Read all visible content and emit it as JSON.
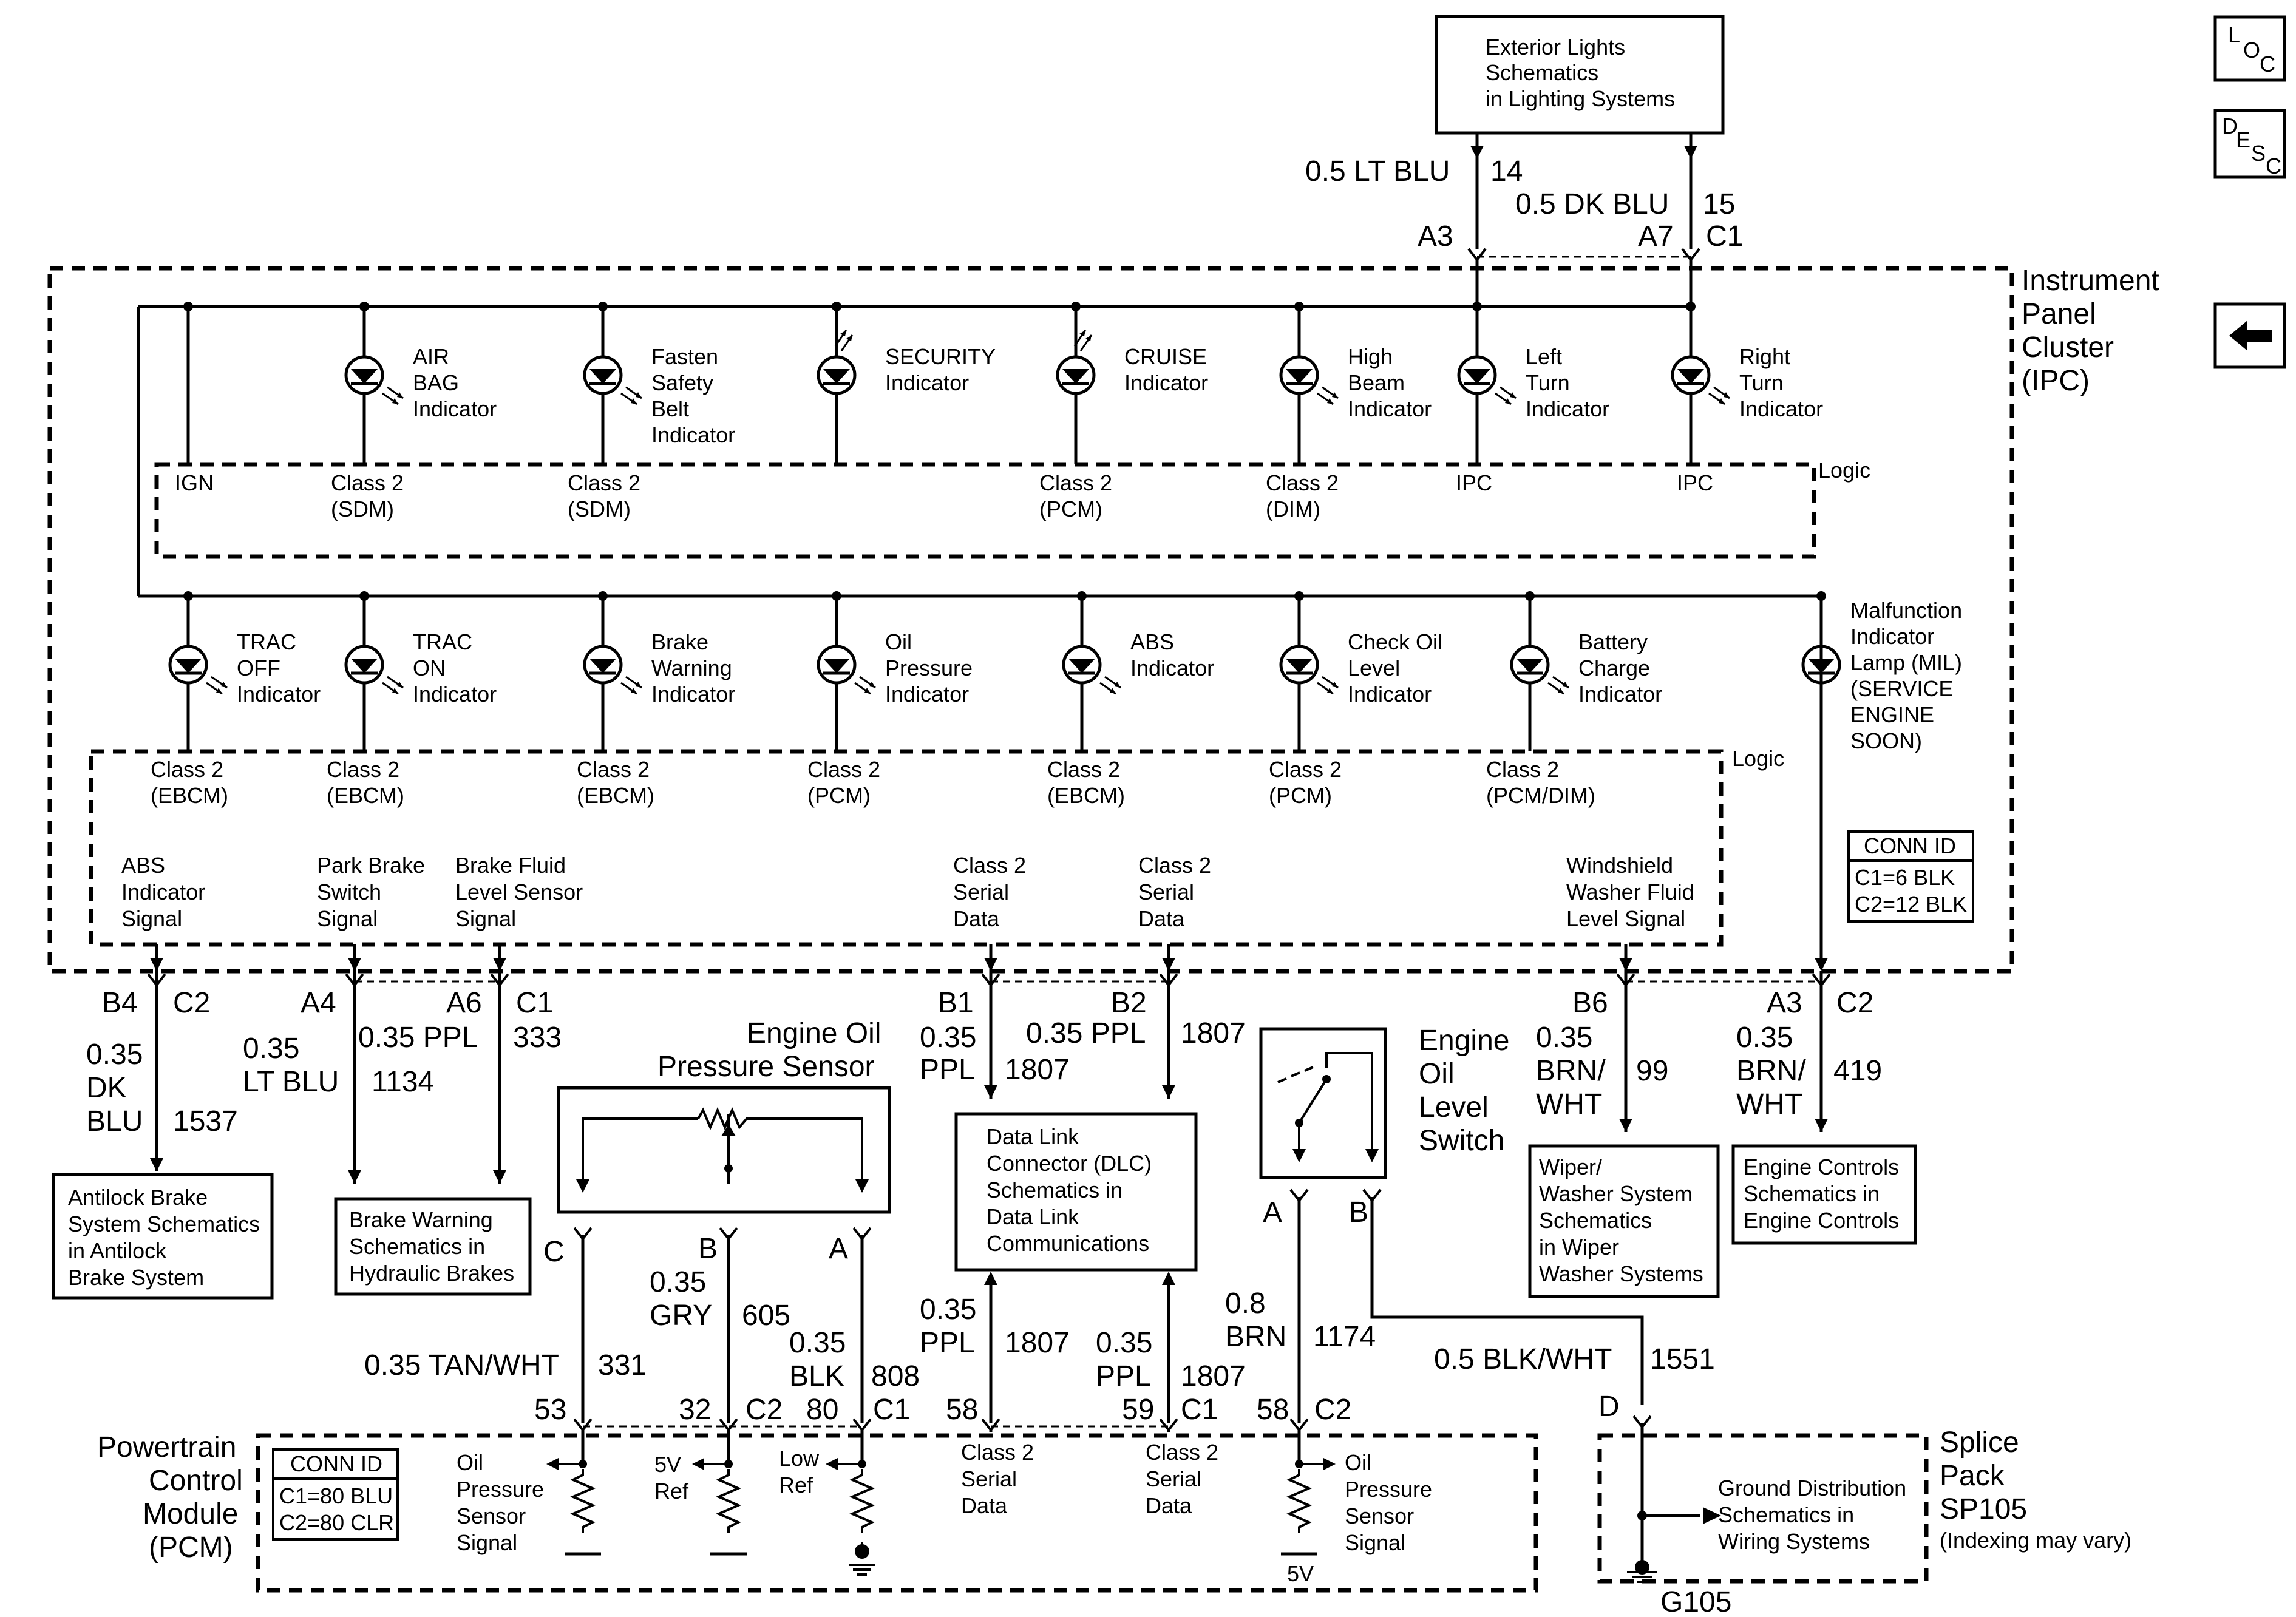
{
  "nav": {
    "loc_text": [
      "L",
      "O",
      "C"
    ],
    "desc_text": [
      "D",
      "E",
      "S",
      "C"
    ],
    "back_icon": "arrow-left-icon"
  },
  "ext_lights_box": [
    "Exterior Lights",
    "Schematics",
    "in Lighting Systems"
  ],
  "top_wires": {
    "lt_blu": "0.5 LT BLU",
    "lt_blu_num": "14",
    "dk_blu": "0.5 DK BLU",
    "dk_blu_num": "15",
    "a3": "A3",
    "a7": "A7",
    "c1": "C1"
  },
  "ipc_title": [
    "Instrument",
    "Panel",
    "Cluster",
    "(IPC)"
  ],
  "logic": "Logic",
  "top_indicators": [
    {
      "lines": [
        "AIR",
        "BAG",
        "Indicator"
      ]
    },
    {
      "lines": [
        "Fasten",
        "Safety",
        "Belt",
        "Indicator"
      ]
    },
    {
      "lines": [
        "SECURITY",
        "Indicator"
      ]
    },
    {
      "lines": [
        "CRUISE",
        "Indicator"
      ]
    },
    {
      "lines": [
        "High",
        "Beam",
        "Indicator"
      ]
    },
    {
      "lines": [
        "Left",
        "Turn",
        "Indicator"
      ]
    },
    {
      "lines": [
        "Right",
        "Turn",
        "Indicator"
      ]
    }
  ],
  "top_logic_labels": [
    {
      "lines": [
        "IGN"
      ]
    },
    {
      "lines": [
        "Class 2",
        "(SDM)"
      ]
    },
    {
      "lines": [
        "Class 2",
        "(SDM)"
      ]
    },
    {
      "lines": [
        "Class 2",
        "(PCM)"
      ]
    },
    {
      "lines": [
        "Class 2",
        "(DIM)"
      ]
    },
    {
      "lines": [
        "IPC"
      ]
    },
    {
      "lines": [
        "IPC"
      ]
    }
  ],
  "bottom_indicators": [
    {
      "lines": [
        "TRAC",
        "OFF",
        "Indicator"
      ]
    },
    {
      "lines": [
        "TRAC",
        "ON",
        "Indicator"
      ]
    },
    {
      "lines": [
        "Brake",
        "Warning",
        "Indicator"
      ]
    },
    {
      "lines": [
        "Oil",
        "Pressure",
        "Indicator"
      ]
    },
    {
      "lines": [
        "ABS",
        "Indicator"
      ]
    },
    {
      "lines": [
        "Check Oil",
        "Level",
        "Indicator"
      ]
    },
    {
      "lines": [
        "Battery",
        "Charge",
        "Indicator"
      ]
    },
    {
      "lines": [
        "Malfunction",
        "Indicator",
        "Lamp (MIL)",
        "(SERVICE",
        "ENGINE",
        "SOON)"
      ]
    }
  ],
  "bottom_logic_labels": [
    {
      "lines": [
        "Class 2",
        "(EBCM)"
      ]
    },
    {
      "lines": [
        "Class 2",
        "(EBCM)"
      ]
    },
    {
      "lines": [
        "Class 2",
        "(EBCM)"
      ]
    },
    {
      "lines": [
        "Class 2",
        "(PCM)"
      ]
    },
    {
      "lines": [
        "Class 2",
        "(EBCM)"
      ]
    },
    {
      "lines": [
        "Class 2",
        "(PCM)"
      ]
    },
    {
      "lines": [
        "Class 2",
        "(PCM/DIM)"
      ]
    }
  ],
  "signal_labels": [
    {
      "lines": [
        "ABS",
        "Indicator",
        "Signal"
      ]
    },
    {
      "lines": [
        "Park Brake",
        "Switch",
        "Signal"
      ]
    },
    {
      "lines": [
        "Brake Fluid",
        "Level Sensor",
        "Signal"
      ]
    },
    {
      "lines": [
        "Class 2",
        "Serial",
        "Data"
      ]
    },
    {
      "lines": [
        "Class 2",
        "Serial",
        "Data"
      ]
    },
    {
      "lines": [
        "Windshield",
        "Washer Fluid",
        "Level Signal"
      ]
    }
  ],
  "ipc_conn_id": {
    "title": "CONN ID",
    "c1": "C1=6 BLK",
    "c2": "C2=12 BLK"
  },
  "ipc_pins": {
    "b4": "B4",
    "c2a": "C2",
    "a4": "A4",
    "a6": "A6",
    "c1a": "C1",
    "b1": "B1",
    "b2": "B2",
    "b6": "B6",
    "a3": "A3",
    "c2b": "C2"
  },
  "wires_mid": {
    "w1537": [
      "0.35",
      "DK",
      "BLU"
    ],
    "n1537": "1537",
    "w1134": [
      "0.35",
      "LT BLU"
    ],
    "n1134": "1134",
    "w333": "0.35 PPL",
    "n333": "333",
    "w1807a": [
      "0.35",
      "PPL"
    ],
    "n1807a": "1807",
    "w1807b": "0.35 PPL",
    "n1807b": "1807",
    "w99": [
      "0.35",
      "BRN/",
      "WHT"
    ],
    "n99": "99",
    "w419": [
      "0.35",
      "BRN/",
      "WHT"
    ],
    "n419": "419"
  },
  "dest_boxes": {
    "abs": [
      "Antilock Brake",
      "System Schematics",
      "in Antilock",
      "Brake System"
    ],
    "brake": [
      "Brake Warning",
      "Schematics in",
      "Hydraulic Brakes"
    ],
    "dlc": [
      "Data Link",
      "Connector (DLC)",
      "Schematics in",
      "Data Link",
      "Communications"
    ],
    "wiper": [
      "Wiper/",
      "Washer System",
      "Schematics",
      "in Wiper",
      "Washer Systems"
    ],
    "engine": [
      "Engine Controls",
      "Schematics in",
      "Engine Controls"
    ]
  },
  "oil_sensor_title": [
    "Engine Oil",
    "Pressure Sensor"
  ],
  "oil_switch_title": [
    "Engine",
    "Oil",
    "Level",
    "Switch"
  ],
  "sensor_pins": {
    "c": "C",
    "b": "B",
    "a": "A"
  },
  "switch_pins": {
    "a": "A",
    "b": "B"
  },
  "wires_low": {
    "w331": "0.35 TAN/WHT",
    "n331": "331",
    "w605": [
      "0.35",
      "GRY"
    ],
    "n605": "605",
    "w808": [
      "0.35",
      "BLK"
    ],
    "n808": "808",
    "w1807c": [
      "0.35",
      "PPL"
    ],
    "n1807c": "1807",
    "w1807d": [
      "0.35",
      "PPL"
    ],
    "n1807d": "1807",
    "w1174": [
      "0.8",
      "BRN"
    ],
    "n1174": "1174",
    "w1551": "0.5 BLK/WHT",
    "n1551": "1551"
  },
  "pcm_pins": {
    "p53": "53",
    "p32": "32",
    "c2a": "C2",
    "p80": "80",
    "c1a": "C1",
    "p58a": "58",
    "p59": "59",
    "c1b": "C1",
    "p58b": "58",
    "c2b": "C2",
    "d": "D"
  },
  "pcm_title": [
    "Powertrain",
    "Control",
    "Module",
    "(PCM)"
  ],
  "pcm_conn_id": {
    "title": "CONN ID",
    "c1": "C1=80 BLU",
    "c2": "C2=80 CLR"
  },
  "pcm_labels": {
    "oil1": [
      "Oil",
      "Pressure",
      "Sensor",
      "Signal"
    ],
    "ref5v": [
      "5V",
      "Ref"
    ],
    "lowref": [
      "Low",
      "Ref"
    ],
    "serial1": [
      "Class 2",
      "Serial",
      "Data"
    ],
    "serial2": [
      "Class 2",
      "Serial",
      "Data"
    ],
    "oil2": [
      "Oil",
      "Pressure",
      "Sensor",
      "Signal"
    ],
    "v5": "5V"
  },
  "splice": {
    "title": [
      "Splice",
      "Pack",
      "SP105"
    ],
    "note": "(Indexing may vary)",
    "ground_text": [
      "Ground Distribution",
      "Schematics in",
      "Wiring Systems"
    ],
    "g105": "G105"
  }
}
